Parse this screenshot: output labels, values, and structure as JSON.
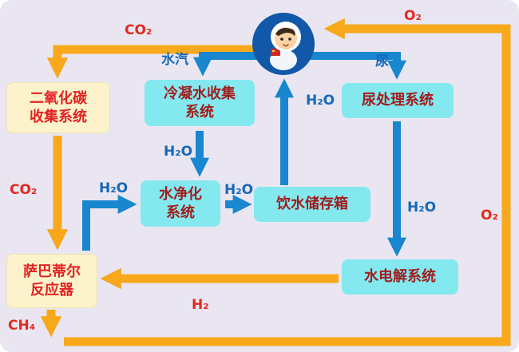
{
  "diagram": {
    "boxes": {
      "co2_collection": {
        "label": "二氧化碳\n收集系统"
      },
      "condensate": {
        "label": "冷凝水收集\n系统"
      },
      "urine_treatment": {
        "label": "尿处理系统"
      },
      "water_purification": {
        "label": "水净化\n系统"
      },
      "drinking_tank": {
        "label": "饮水储存箱"
      },
      "water_electrolysis": {
        "label": "水电解系统"
      },
      "sabatier_reactor": {
        "label": "萨巴蒂尔\n反应器"
      }
    },
    "labels": {
      "co2_top": "CO₂",
      "o2_top": "O₂",
      "water_vapor": "水汽",
      "urine": "尿",
      "h2o_drink": "H₂O",
      "h2o_condensate": "H₂O",
      "h2o_sabatier": "H₂O",
      "h2o_purified": "H₂O",
      "h2o_urine": "H₂O",
      "co2_left": "CO₂",
      "o2_right": "O₂",
      "h2": "H₂",
      "ch4": "CH₄"
    },
    "colors": {
      "background": "#e9e6f2",
      "orange_arrow": "#f7a81b",
      "blue_arrow": "#1887cf",
      "cyan_box": "#84e8ef",
      "cream_box": "#fcf3cc",
      "red_text": "#e12b20",
      "blue_text": "#1769b8"
    }
  }
}
